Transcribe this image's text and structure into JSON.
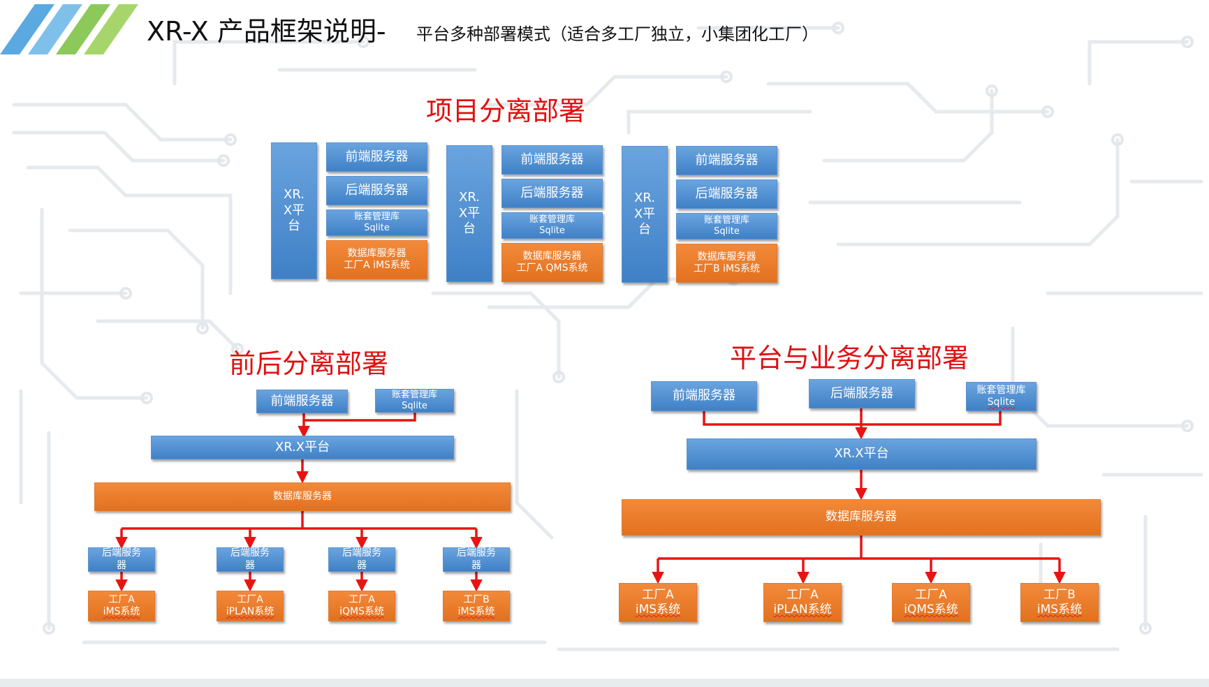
{
  "title": {
    "main": "XR-X 产品框架说明-",
    "sub": "平台多种部署模式（适合多工厂独立，小集团化工厂）"
  },
  "sections": {
    "project": "项目分离部署",
    "frontback": "前后分离部署",
    "platform": "平台与业务分离部署"
  },
  "s1": {
    "stacks": [
      {
        "platform_lines": [
          "XR.",
          "X平",
          "台"
        ],
        "frontend": "前端服务器",
        "backend": "后端服务器",
        "acct_1": "账套管理库",
        "acct_2": "Sqlite",
        "db_1": "数据库服务器",
        "db_2": "工厂A iMS系统"
      },
      {
        "platform_lines": [
          "XR.",
          "X平",
          "台"
        ],
        "frontend": "前端服务器",
        "backend": "后端服务器",
        "acct_1": "账套管理库",
        "acct_2": "Sqlite",
        "db_1": "数据库服务器",
        "db_2": "工厂A QMS系统"
      },
      {
        "platform_lines": [
          "XR.",
          "X平",
          "台"
        ],
        "frontend": "前端服务器",
        "backend": "后端服务器",
        "acct_1": "账套管理库",
        "acct_2": "Sqlite",
        "db_1": "数据库服务器",
        "db_2": "工厂B iMS系统"
      }
    ]
  },
  "s2": {
    "frontend": "前端服务器",
    "acct_1": "账套管理库",
    "acct_2": "Sqlite",
    "platform": "XR.X平台",
    "db": "数据库服务器",
    "backends": [
      {
        "l1": "后端服务",
        "l2": "器"
      },
      {
        "l1": "后端服务",
        "l2": "器"
      },
      {
        "l1": "后端服务",
        "l2": "器"
      },
      {
        "l1": "后端服务",
        "l2": "器"
      }
    ],
    "systems": [
      {
        "l1": "工厂A",
        "l2": "iMS系统"
      },
      {
        "l1": "工厂A",
        "l2": "iPLAN系统"
      },
      {
        "l1": "工厂A",
        "l2": "iQMS系统"
      },
      {
        "l1": "工厂B",
        "l2": "iMS系统"
      }
    ]
  },
  "s3": {
    "frontend": "前端服务器",
    "backend": "后端服务器",
    "acct_1": "账套管理库",
    "acct_2": "Sqlite",
    "platform": "XR.X平台",
    "db": "数据库服务器",
    "systems": [
      {
        "l1": "工厂A",
        "l2": "iMS系统"
      },
      {
        "l1": "工厂A",
        "l2": "iPLAN系统"
      },
      {
        "l1": "工厂A",
        "l2": "iQMS系统"
      },
      {
        "l1": "工厂B",
        "l2": "iMS系统"
      }
    ]
  },
  "colors": {
    "blue": "#4a8bd0",
    "orange": "#ec7a2c",
    "connector": "#e81414",
    "section_title": "#e01010"
  }
}
